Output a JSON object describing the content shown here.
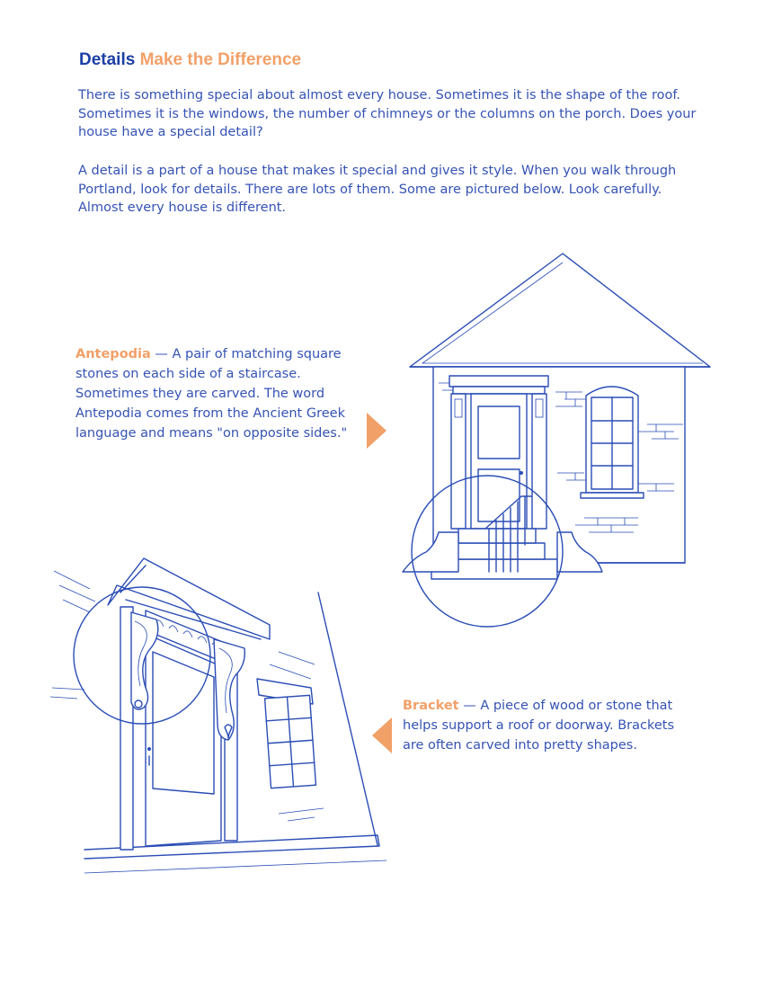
{
  "title": {
    "part1": "Details",
    "part2": "Make the Difference"
  },
  "intro": {
    "p1": "There is something special about almost every house. Sometimes it is the shape of the roof. Sometimes it is the windows, the number of chimneys or the columns on the porch. Does your house have a special detail?",
    "p2": "A detail is a part of a house that makes it special and gives it style. When you walk through Portland, look for details. There are lots of them. Some are pictured below. Look carefully. Almost every house is different."
  },
  "antepodia": {
    "term": "Antepodia",
    "text": " — A pair of matching square stones on each side of a staircase. Sometimes they are carved. The word Antepodia comes from the Ancient Greek language and means \"on opposite sides.\""
  },
  "bracket": {
    "term": "Bracket",
    "text": " — A piece of wood or stone that helps support a roof or doorway. Brackets are often carved into pretty shapes."
  },
  "colors": {
    "heading_blue": "#1c3fa6",
    "accent_orange": "#f1a068",
    "line_blue": "#2a4db5"
  },
  "icons": {
    "pointer_right": "triangle-right-icon",
    "pointer_left": "triangle-left-icon"
  }
}
